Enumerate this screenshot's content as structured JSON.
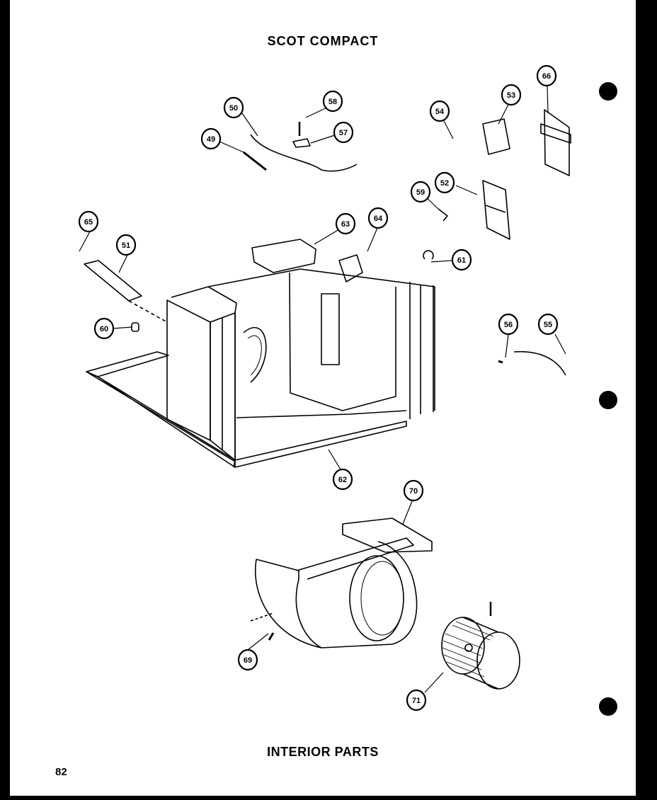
{
  "header": {
    "title": "SCOT COMPACT"
  },
  "footer": {
    "section_title": "INTERIOR PARTS",
    "page_number": "82"
  },
  "callouts": [
    {
      "label": "50"
    },
    {
      "label": "58"
    },
    {
      "label": "57"
    },
    {
      "label": "49"
    },
    {
      "label": "54"
    },
    {
      "label": "53"
    },
    {
      "label": "66"
    },
    {
      "label": "59"
    },
    {
      "label": "52"
    },
    {
      "label": "65"
    },
    {
      "label": "63"
    },
    {
      "label": "64"
    },
    {
      "label": "51"
    },
    {
      "label": "61"
    },
    {
      "label": "60"
    },
    {
      "label": "56"
    },
    {
      "label": "55"
    },
    {
      "label": "62"
    },
    {
      "label": "70"
    },
    {
      "label": "69"
    },
    {
      "label": "71"
    }
  ]
}
